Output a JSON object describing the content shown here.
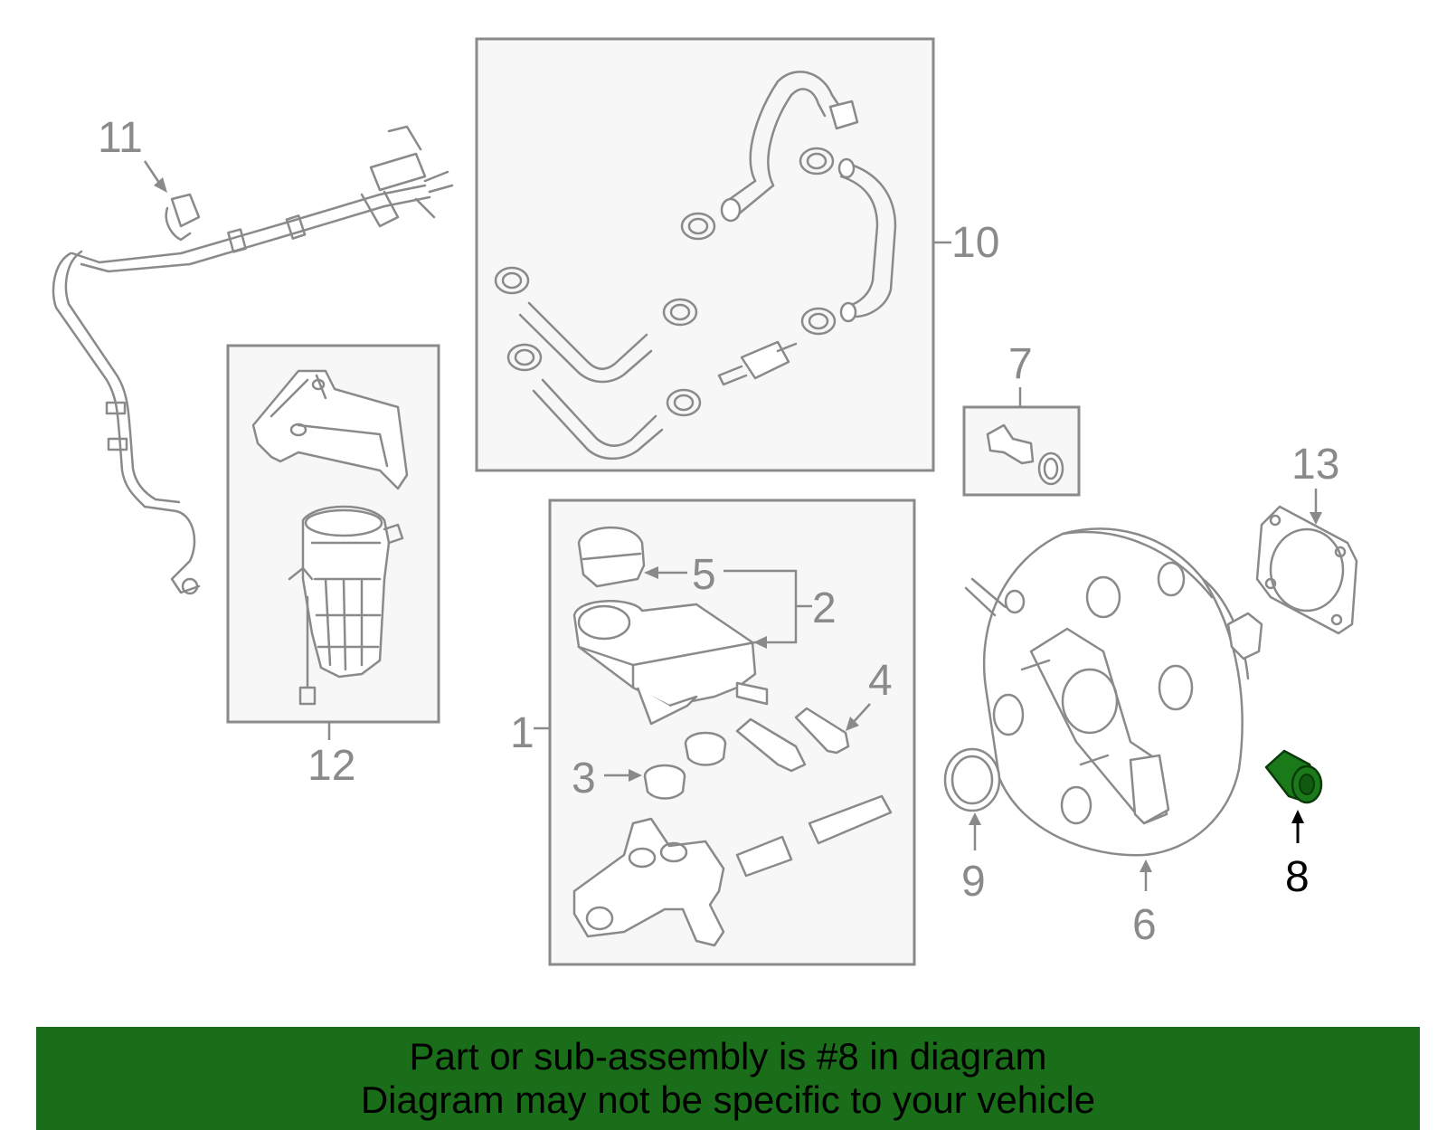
{
  "diagram": {
    "callouts": [
      {
        "id": "1",
        "text": "1"
      },
      {
        "id": "2",
        "text": "2"
      },
      {
        "id": "3",
        "text": "3"
      },
      {
        "id": "4",
        "text": "4"
      },
      {
        "id": "5",
        "text": "5"
      },
      {
        "id": "6",
        "text": "6"
      },
      {
        "id": "7",
        "text": "7"
      },
      {
        "id": "8",
        "text": "8"
      },
      {
        "id": "9",
        "text": "9"
      },
      {
        "id": "10",
        "text": "10"
      },
      {
        "id": "11",
        "text": "11"
      },
      {
        "id": "12",
        "text": "12"
      },
      {
        "id": "13",
        "text": "13"
      }
    ],
    "highlighted_part": "8",
    "colors": {
      "line": "#8a8a8a",
      "box_fill": "#f7f7f7",
      "highlight": "#1a7a1a",
      "banner": "#1a6e1a"
    }
  },
  "banner": {
    "line1": "Part or sub-assembly is #8 in diagram",
    "line2": "Diagram may not be specific to your vehicle"
  }
}
